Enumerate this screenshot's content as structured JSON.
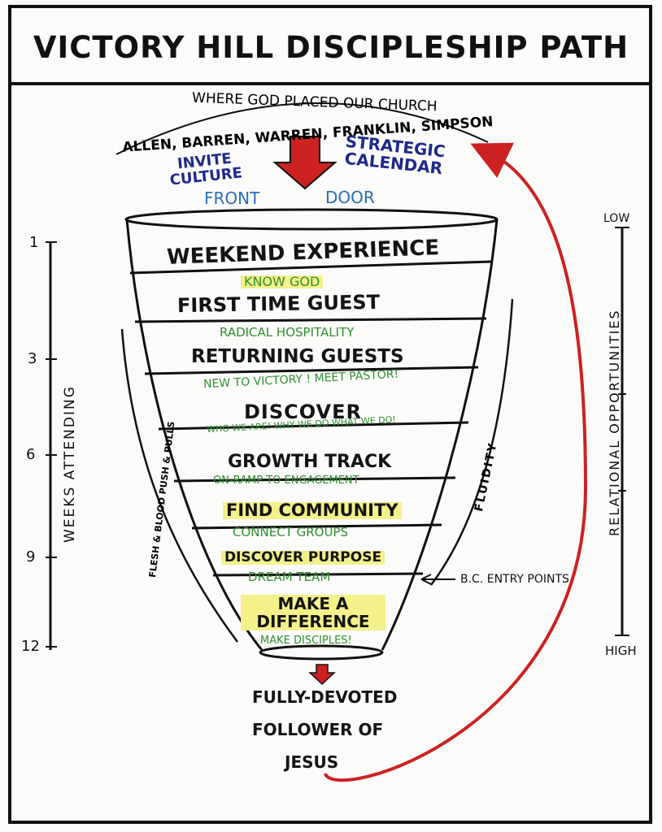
{
  "title": "VICTORY HILL DISCIPLESHIP PATH",
  "header_arc": {
    "line1": "WHERE GOD PLACED OUR CHURCH",
    "line2": "ALLEN, BARREN, WARREN, FRANKLIN, SIMPSON"
  },
  "invite_culture": "INVITE CULTURE",
  "strategic_calendar": "STRATEGIC CALENDAR",
  "front": "FRONT",
  "door": "DOOR",
  "stages": [
    {
      "name": "WEEKEND EXPERIENCE",
      "sub": "KNOW GOD"
    },
    {
      "name": "FIRST TIME GUEST",
      "sub": "RADICAL HOSPITALITY"
    },
    {
      "name": "RETURNING GUESTS",
      "sub": "NEW TO VICTORY ! MEET PASTOR!"
    },
    {
      "name": "DISCOVER",
      "sub": "WHO WE ARE! WHY WE DO WHAT WE DO!"
    },
    {
      "name": "GROWTH TRACK",
      "sub": "ON-RAMP TO ENGAGEMENT"
    },
    {
      "name": "FIND COMMUNITY",
      "sub": "CONNECT GROUPS"
    },
    {
      "name": "DISCOVER PURPOSE",
      "sub": "DREAM TEAM"
    },
    {
      "name": "MAKE A DIFFERENCE",
      "sub": "MAKE DISCIPLES!"
    }
  ],
  "outcome": {
    "line1": "FULLY-DEVOTED",
    "line2": "FOLLOWER OF",
    "line3": "JESUS"
  },
  "left_axis": {
    "ticks": [
      "1",
      "3",
      "6",
      "9",
      "12"
    ],
    "label": "WEEKS ATTENDING"
  },
  "left_funnel_label": "FLESH & BLOOD PUSH & PULLS",
  "right_funnel_label": "FLUIDITY",
  "entry_points": "B.C. ENTRY POINTS",
  "right_axis": {
    "top": "LOW",
    "bottom": "HIGH",
    "label": "RELATIONAL OPPORTUNITIES"
  },
  "colors": {
    "arrow_red": "#cc2222",
    "text_blue": "#1f2a8c",
    "highlight": "#f4f08a",
    "green": "#2a8a2a"
  }
}
